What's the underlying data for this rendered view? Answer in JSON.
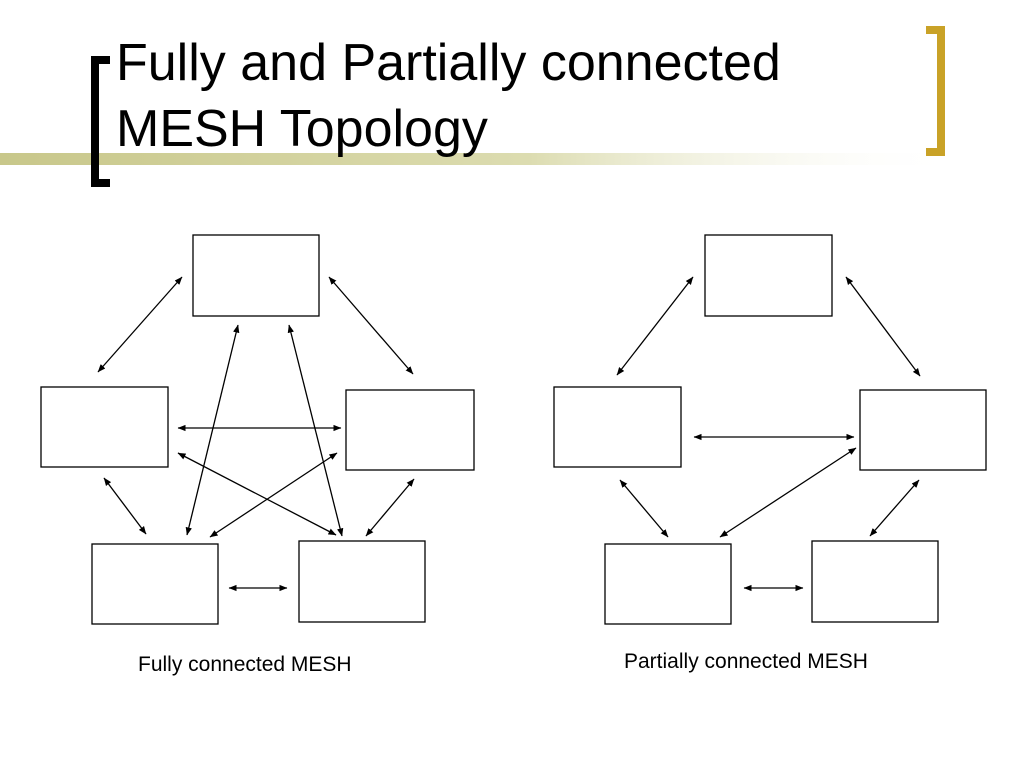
{
  "slide": {
    "title_line1": "Fully and Partially connected",
    "title_line2": "MESH Topology"
  },
  "diagrams": {
    "full_caption": "Fully connected MESH",
    "partial_caption": "Partially connected MESH"
  },
  "colors": {
    "left_bracket": "#000000",
    "right_bracket": "#c9a227",
    "accent_band": "#c8c78a",
    "line": "#000000"
  }
}
